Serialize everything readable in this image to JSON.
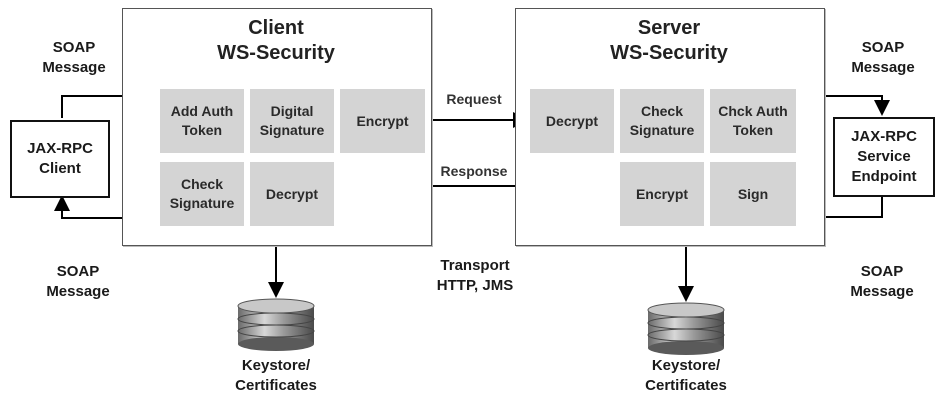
{
  "client": {
    "title": "Client\nWS-Security",
    "cells": [
      "Add Auth\nToken",
      "Digital\nSignature",
      "Encrypt",
      "Check\nSignature",
      "Decrypt"
    ],
    "keystore": "Keystore/\nCertificates"
  },
  "server": {
    "title": "Server\nWS-Security",
    "cells": [
      "Decrypt",
      "Check\nSignature",
      "Chck Auth\nToken",
      "Encrypt",
      "Sign"
    ],
    "keystore": "Keystore/\nCertificates"
  },
  "endpoints": {
    "jax_client": "JAX-RPC\nClient",
    "jax_service": "JAX-RPC\nService\nEndpoint"
  },
  "labels": {
    "soap_top_left": "SOAP\nMessage",
    "soap_top_right": "SOAP\nMessage",
    "soap_bottom_left": "SOAP\nMessage",
    "soap_bottom_right": "SOAP\nMessage",
    "request": "Request",
    "response": "Response",
    "transport": "Transport\nHTTP, JMS"
  }
}
